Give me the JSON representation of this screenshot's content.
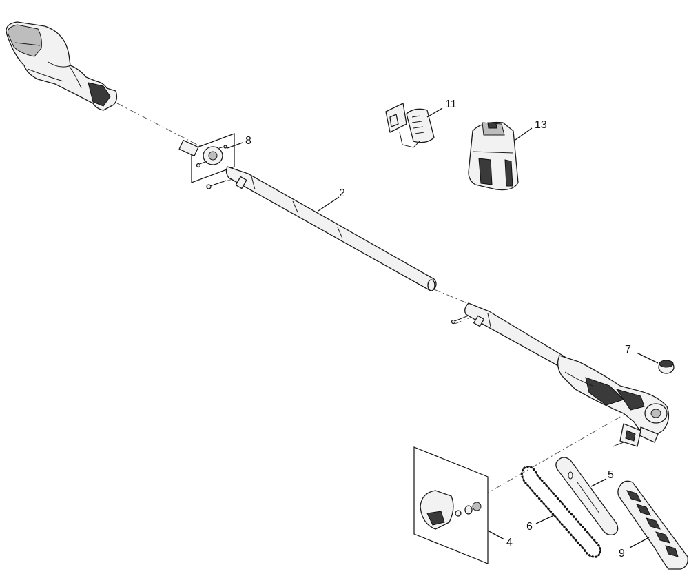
{
  "diagram": {
    "callouts": [
      {
        "id": "c2",
        "label": "2"
      },
      {
        "id": "c4",
        "label": "4"
      },
      {
        "id": "c5",
        "label": "5"
      },
      {
        "id": "c6",
        "label": "6"
      },
      {
        "id": "c7",
        "label": "7"
      },
      {
        "id": "c8",
        "label": "8"
      },
      {
        "id": "c9",
        "label": "9"
      },
      {
        "id": "c11",
        "label": "11"
      },
      {
        "id": "c13",
        "label": "13"
      }
    ]
  }
}
